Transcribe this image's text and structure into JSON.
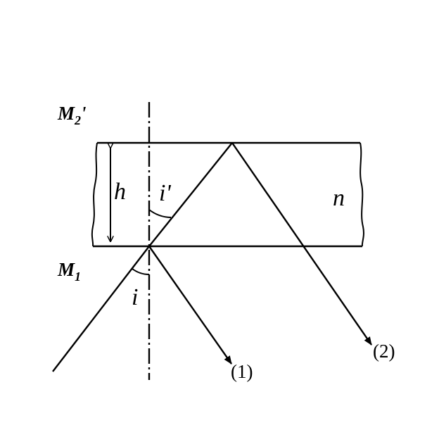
{
  "labels": {
    "mirror_top": "M",
    "mirror_top_sub": "2",
    "mirror_top_prime": "'",
    "mirror_bottom": "M",
    "mirror_bottom_sub": "1",
    "thickness": "h",
    "refraction_angle": "i'",
    "incidence_angle": "i",
    "refractive_index": "n",
    "ray_1": "(1)",
    "ray_2": "(2)"
  }
}
